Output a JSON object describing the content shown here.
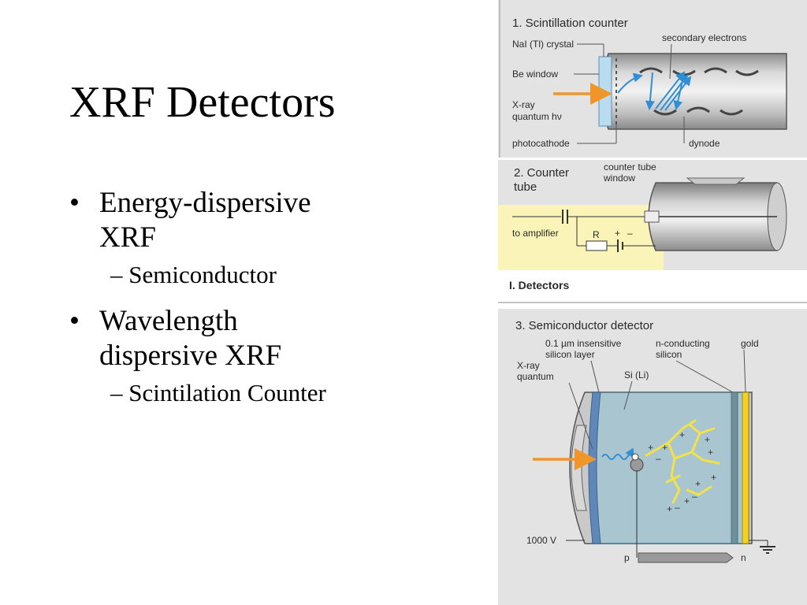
{
  "slide": {
    "title": "XRF Detectors",
    "bullets": [
      {
        "text": "Energy-dispersive XRF",
        "line1": "Energy-dispersive",
        "line2": "XRF",
        "sub": "– Semiconductor"
      },
      {
        "text": "Wavelength dispersive XRF",
        "line1": "Wavelength",
        "line2": "dispersive XRF",
        "sub": "– Scintilation Counter"
      }
    ]
  },
  "figure": {
    "section_label": "I.   Detectors",
    "panel1": {
      "title": "1.  Scintillation counter",
      "labels": {
        "crystal": "NaI (Tl) crystal",
        "secondary": "secondary electrons",
        "bewindow": "Be window",
        "xray1": "X-ray",
        "xray2": "quantum hν",
        "photocathode": "photocathode",
        "dynode": "dynode"
      }
    },
    "panel2": {
      "title1": "2.  Counter",
      "title2": "tube",
      "window1": "counter tube",
      "window2": "window",
      "amplifier": "to amplifier",
      "r": "R",
      "plus": "+",
      "minus": "–"
    },
    "panel3": {
      "title": "3.  Semiconductor detector",
      "insens1": "0.1 µm insensitive",
      "insens2": "silicon layer",
      "ncond1": "n-conducting",
      "ncond2": "silicon",
      "gold": "gold",
      "xray1": "X-ray",
      "xray2": "quantum",
      "sili": "Si (Li)",
      "volt": "1000 V",
      "p": "p",
      "n": "n"
    }
  },
  "colors": {
    "panel_bg": "#e3e3e3",
    "yellow_area": "#fbf4b8",
    "detector_blue": "#a9c5cf",
    "arrow_orange": "#f0952a",
    "beam_blue": "#2f8fd6",
    "gold": "#f3d021"
  }
}
